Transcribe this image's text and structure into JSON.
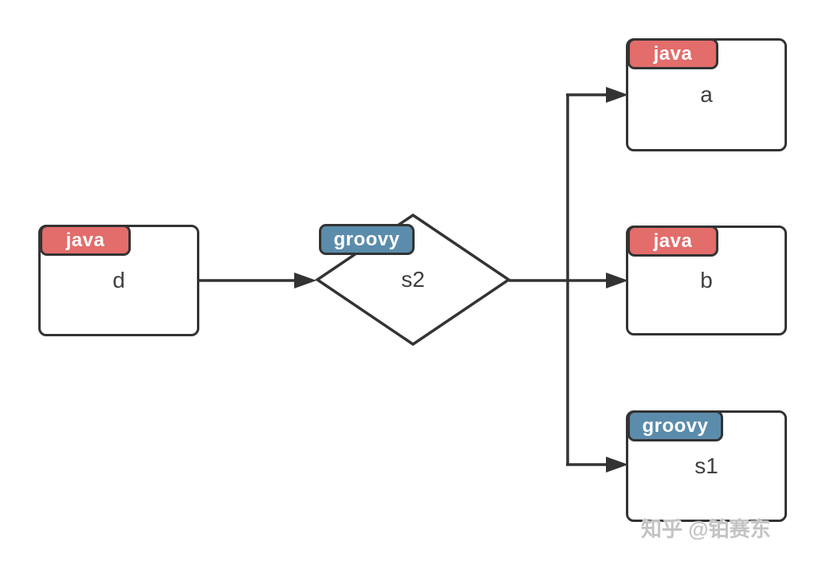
{
  "diagram": {
    "nodes": {
      "d": {
        "label": "d",
        "badge": "java",
        "shape": "rect"
      },
      "s2": {
        "label": "s2",
        "badge": "groovy",
        "shape": "diamond"
      },
      "a": {
        "label": "a",
        "badge": "java",
        "shape": "rect"
      },
      "b": {
        "label": "b",
        "badge": "java",
        "shape": "rect"
      },
      "s1": {
        "label": "s1",
        "badge": "groovy",
        "shape": "rect"
      }
    },
    "edges": [
      {
        "from": "d",
        "to": "s2"
      },
      {
        "from": "s2",
        "to": "a"
      },
      {
        "from": "s2",
        "to": "b"
      },
      {
        "from": "s2",
        "to": "s1"
      }
    ],
    "colors": {
      "badge_java": "#e26d6b",
      "badge_groovy": "#5b8cab",
      "stroke": "#333333",
      "node_fill": "#ffffff",
      "label_text": "#404040",
      "badge_text": "#ffffff"
    }
  },
  "watermark": {
    "text": "知乎 @铂赛东"
  }
}
